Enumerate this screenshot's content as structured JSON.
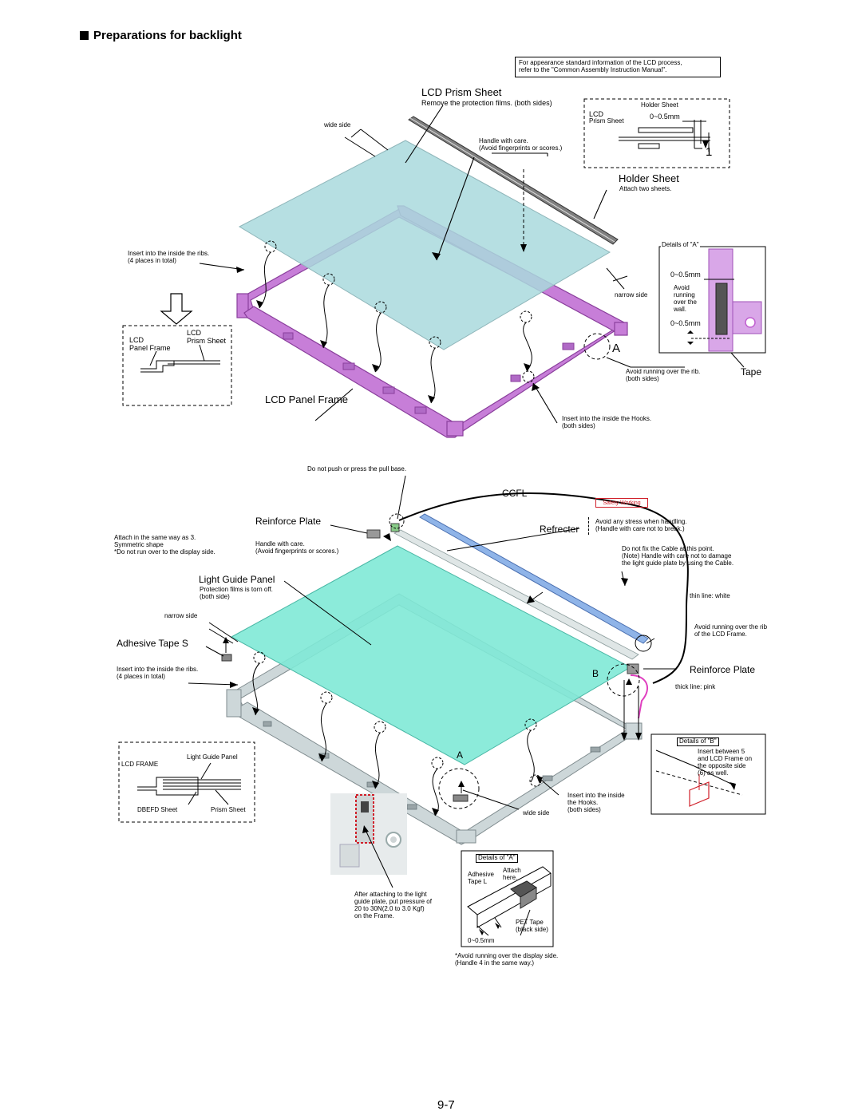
{
  "heading": "Preparations for backlight",
  "note": "For appearance standard information of the LCD process,\nrefer to the \"Common Assembly Instruction Manual\".",
  "top_diagram": {
    "lcd_prism_sheet": "LCD Prism Sheet",
    "remove_films": "Remove the protection films. (both sides)",
    "wide_side": "wide side",
    "handle_with_care": "Handle with care.\n(Avoid fingerprints or scores.)",
    "holder_detail": {
      "holder_sheet": "Holder Sheet",
      "lcd": "LCD",
      "prism_sheet": "Prism Sheet",
      "gap": "0~0.5mm",
      "step": "1"
    },
    "holder_sheet": "Holder Sheet",
    "attach_two": "Attach two sheets.",
    "insert_ribs": "Insert into the inside the ribs.\n(4 places in total)",
    "cross_section": {
      "lcd_panel_frame": "LCD\nPanel Frame",
      "lcd_prism_sheet": "LCD\nPrism Sheet"
    },
    "details_a": {
      "title": "Details of \"A\"",
      "gap_top": "0~0.5mm",
      "avoid": "Avoid\nrunning\nover the\nwall.",
      "gap_bottom": "0~0.5mm"
    },
    "narrow_side": "narrow side",
    "marker_a": "A",
    "avoid_rib": "Avoid running over the rib.\n(both sides)",
    "tape": "Tape",
    "lcd_panel_frame": "LCD Panel Frame",
    "insert_hooks": "Insert into the inside the Hooks.\n(both sides)"
  },
  "bottom_diagram": {
    "do_not_push": "Do not push or press the pull base.",
    "ccfl": "CCFL",
    "safety_working": "Safety Working",
    "avoid_stress": "Avoid any stress when handling.\n(Handle with care not to break.)",
    "reinforce_plate": "Reinforce Plate",
    "refrecter": "Refrecter",
    "attach_same": "Attach in the same way as 3.\nSymmetric shape\n*Do not run over to the display side.",
    "handle_care": "Handle with care.\n(Avoid fingerprints or scores.)",
    "do_not_fix": "Do not fix the Cable at this point.\n(Note) Handle with care not to damage\nthe light guide plate by using the Cable.",
    "light_guide_panel": "Light Guide Panel",
    "films_torn": "Protection films is torn off.\n(both side)",
    "thin_line": "thin line: white",
    "narrow_side": "narrow side",
    "avoid_rib_frame": "Avoid running over the rib\nof the LCD Frame.",
    "adhesive_tape_s": "Adhesive Tape S",
    "insert_ribs": "Insert into the inside the ribs.\n(4 places in total)",
    "reinforce_plate_right": "Reinforce Plate",
    "marker_b": "B",
    "thick_line": "thick line: pink",
    "details_b": {
      "title": "Details of \"B\"",
      "text": "Insert between 5\nand LCD Frame on\nthe opposite side\n(6) as well."
    },
    "cross_section": {
      "light_guide_panel": "Light Guide Panel",
      "lcd_frame": "LCD FRAME",
      "dbefd_sheet": "DBEFD Sheet",
      "prism_sheet": "Prism Sheet"
    },
    "marker_a": "A",
    "insert_hooks": "Insert into the inside\nthe Hooks.\n(both sides)",
    "wide_side": "wide side",
    "details_a": {
      "title": "Details of \"A\"",
      "adhesive_tape_l": "Adhesive\nTape L",
      "attach_here": "Attach\nhere.",
      "pet_tape": "PET Tape\n(black side)",
      "gap": "0~0.5mm"
    },
    "after_attaching": "After attaching to the light\nguide plate, put pressure of\n20 to 30N(2.0 to 3.0 Kgf)\non the Frame.",
    "avoid_display": "*Avoid running over the display side.\n(Handle 4 in the same way.)"
  },
  "page_number": "9-7",
  "colors": {
    "prism_sheet": "#a9d9dd",
    "panel_frame": "#c77ed8",
    "light_guide": "#7fe9d6",
    "lcd_frame": "#c9d4d6",
    "ccfl": "#8fb4e8",
    "safety_red": "#d0202a",
    "pink_line": "#e040c0"
  }
}
